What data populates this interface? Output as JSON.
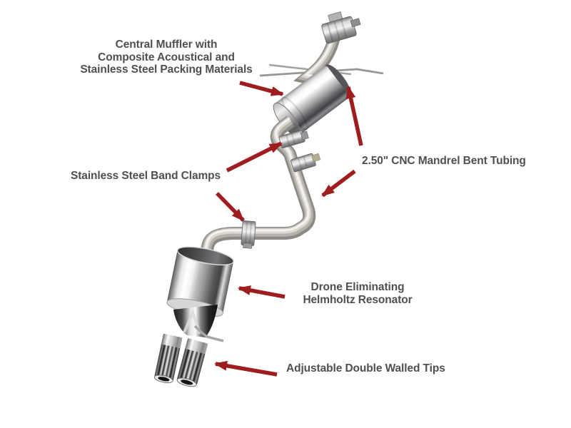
{
  "colors": {
    "background": "#ffffff",
    "arrow": "#9e1d1f",
    "label_text": "#4e4f52"
  },
  "annotations": [
    {
      "id": "muffler",
      "text": "Central Muffler with\nComposite Acoustical and\nStainless Steel Packing Materials"
    },
    {
      "id": "tubing",
      "text": "2.50\" CNC Mandrel Bent Tubing"
    },
    {
      "id": "clamps",
      "text": "Stainless Steel Band Clamps"
    },
    {
      "id": "resonator",
      "text": "Drone Eliminating\nHelmholtz Resonator"
    },
    {
      "id": "tips",
      "text": "Adjustable Double Walled Tips"
    }
  ]
}
